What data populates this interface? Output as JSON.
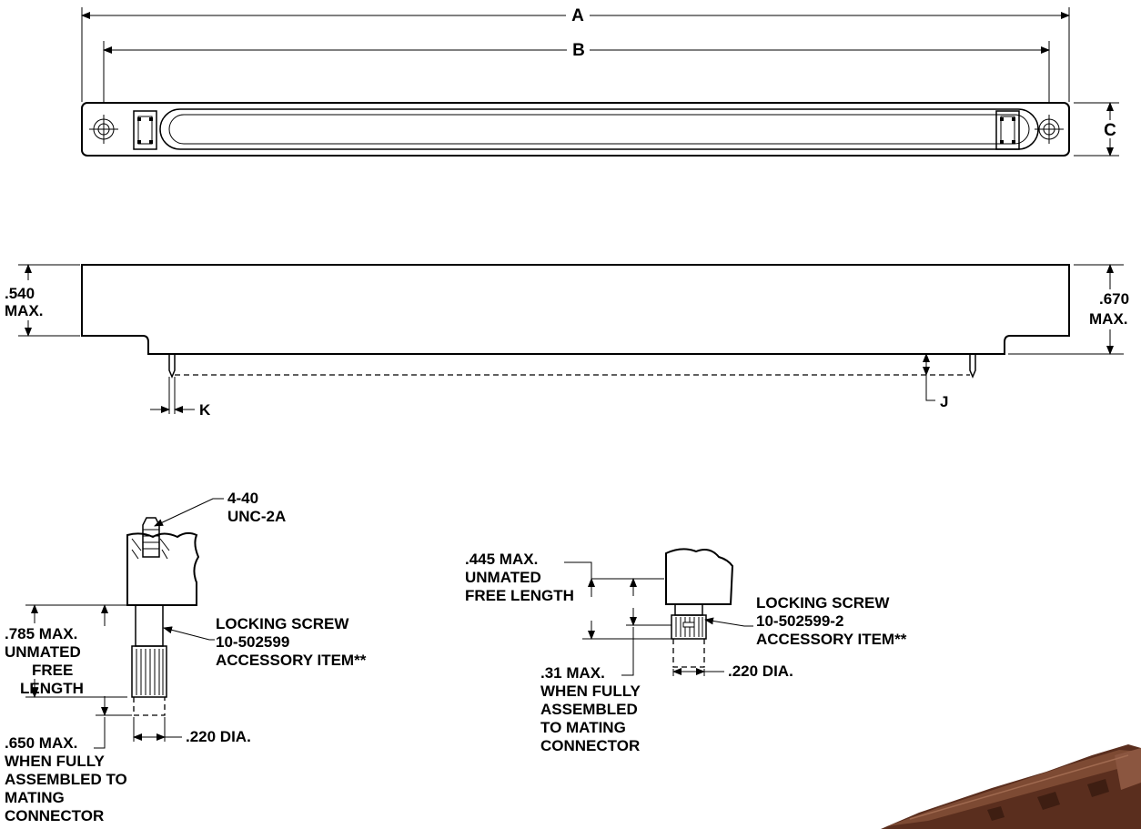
{
  "dimensions": {
    "a": "A",
    "b": "B",
    "c": "C",
    "j": "J",
    "k": "K",
    "height_left_1": ".540",
    "height_left_2": "MAX.",
    "height_right_1": ".670",
    "height_right_2": "MAX."
  },
  "detail_1": {
    "thread_1": "4-40",
    "thread_2": "UNC-2A",
    "free_1": ".785 MAX.",
    "free_2": "UNMATED",
    "free_3": "FREE",
    "free_4": "LENGTH",
    "screw_1": "LOCKING SCREW",
    "screw_2": "10-502599",
    "screw_3": "ACCESSORY ITEM**",
    "dia": ".220 DIA.",
    "assembled_1": ".650 MAX.",
    "assembled_2": "WHEN FULLY",
    "assembled_3": "ASSEMBLED TO",
    "assembled_4": "MATING",
    "assembled_5": "CONNECTOR"
  },
  "detail_2": {
    "free_1": ".445 MAX.",
    "free_2": "UNMATED",
    "free_3": "FREE LENGTH",
    "screw_1": "LOCKING SCREW",
    "screw_2": "10-502599-2",
    "screw_3": "ACCESSORY ITEM**",
    "dia": ".220 DIA.",
    "assembled_1": ".31 MAX.",
    "assembled_2": "WHEN FULLY",
    "assembled_3": "ASSEMBLED",
    "assembled_4": "TO MATING",
    "assembled_5": "CONNECTOR"
  },
  "colors": {
    "line": "#000000",
    "photo": "#6b3a26"
  }
}
